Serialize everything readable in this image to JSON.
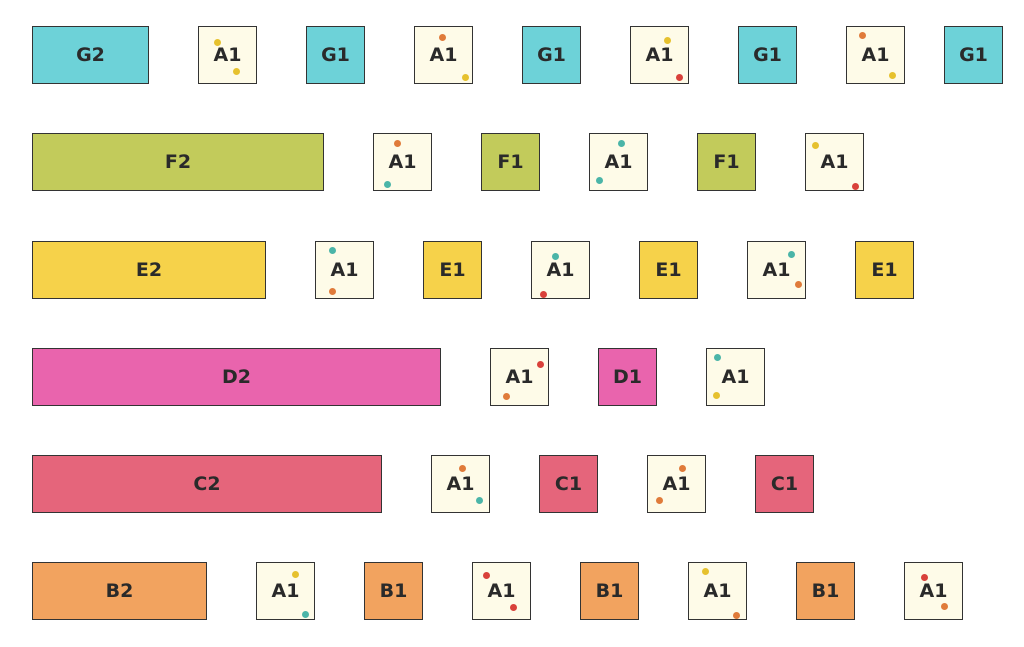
{
  "colors": {
    "G": "#6dd2d8",
    "F": "#c2cb5b",
    "E": "#f6d24a",
    "D": "#e964ad",
    "C": "#e5657b",
    "B": "#f2a35f",
    "A": "#fefbe8"
  },
  "rows": [
    {
      "name": "G",
      "items": [
        "G2",
        "+",
        "A1",
        "+",
        "G1",
        "+",
        "A1",
        "+",
        "G1",
        "+",
        "A1",
        "+",
        "G1",
        "+",
        "A1",
        " ",
        "G1"
      ]
    },
    {
      "name": "F",
      "items": [
        "F2",
        "+",
        "A1",
        "+",
        "F1",
        "+",
        "A1",
        "+",
        "F1",
        "+",
        "A1"
      ]
    },
    {
      "name": "E",
      "items": [
        "E2",
        "+",
        "A1",
        "+",
        "E1",
        "+",
        "A1",
        "+",
        "E1",
        "+",
        "A1",
        "+",
        "E1"
      ]
    },
    {
      "name": "D",
      "items": [
        "D2",
        "+",
        "A1",
        "+",
        "D1",
        "+",
        "A1"
      ]
    },
    {
      "name": "C",
      "items": [
        "C2",
        "+",
        "A1",
        "+",
        "C1",
        "+",
        "A1",
        "+",
        "C1"
      ]
    },
    {
      "name": "B",
      "items": [
        "B2",
        "+",
        "A1",
        "+",
        "B1",
        "+",
        "A1",
        "+",
        "B1",
        "+",
        "A1",
        "+",
        "B1",
        "+",
        "A1"
      ]
    }
  ]
}
